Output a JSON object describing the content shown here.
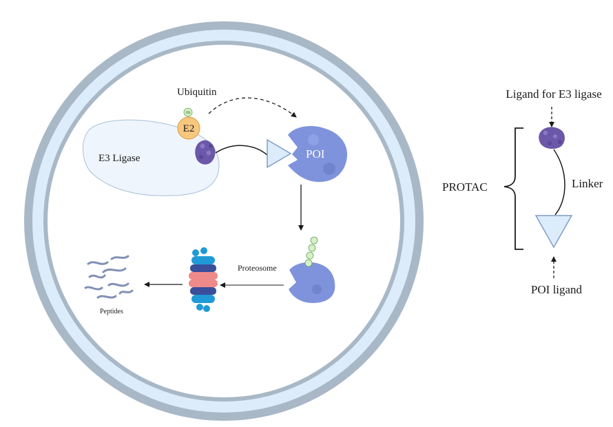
{
  "labels": {
    "ubiquitin": "Ubiquitin",
    "e2": "E2",
    "e3_ligase": "E3 Ligase",
    "poi": "POI",
    "proteosome": "Proteosome",
    "peptides": "Peptides",
    "ligand_e3": "Ligand for E3 ligase",
    "protac": "PROTAC",
    "linker": "Linker",
    "poi_ligand": "POI ligand",
    "ub": "Ub"
  },
  "colors": {
    "membrane_outer": "#a9b8c6",
    "membrane_inner": "#dcecfb",
    "e3_fill": "#eef5fc",
    "e2_fill": "#f7c77e",
    "poi_fill": "#7f93dd",
    "ligand_fill": "#6b58a8",
    "ub_fill": "#d6f0c4",
    "proteasome_blue": "#1f9ad6",
    "proteasome_navy": "#3a4e9a",
    "proteasome_pink": "#ee8a8a",
    "peptide": "#8190b5"
  }
}
